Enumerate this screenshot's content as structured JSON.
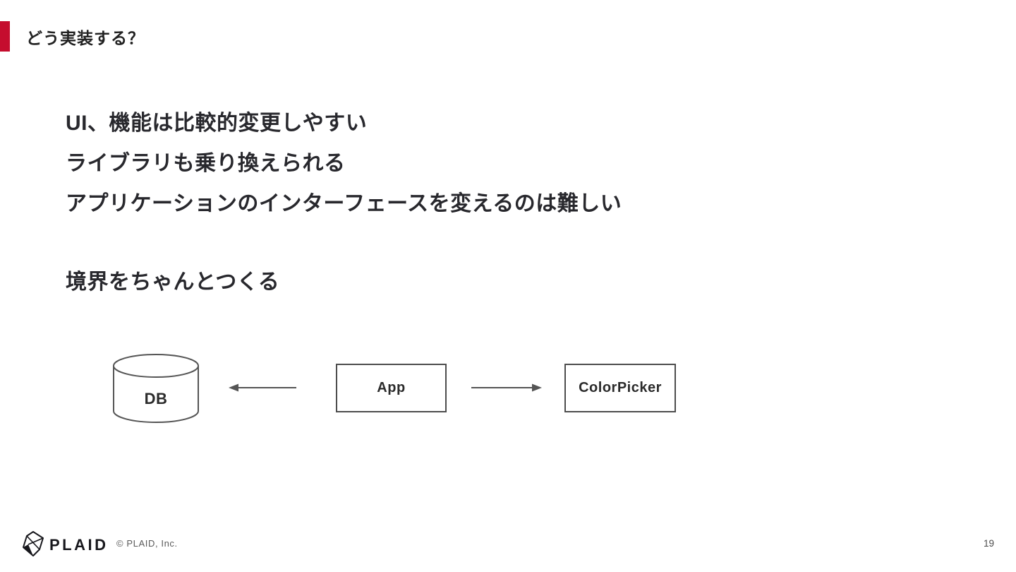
{
  "slide": {
    "title": "どう実装する？",
    "page_number": "19",
    "footer": {
      "logo_text": "PLAID",
      "copyright": "© PLAID, Inc."
    }
  },
  "body": {
    "lines": [
      "UI、機能は比較的変更しやすい",
      "ライブラリも乗り換えられる",
      "アプリケーションのインターフェースを変えるのは難しい"
    ],
    "emphasis_line": "境界をちゃんとつくる"
  },
  "diagram": {
    "nodes": {
      "db": "DB",
      "app": "App",
      "colorpicker": "ColorPicker"
    },
    "arrows": [
      {
        "from": "App",
        "to": "DB",
        "direction": "left"
      },
      {
        "from": "App",
        "to": "ColorPicker",
        "direction": "right"
      }
    ]
  },
  "colors": {
    "accent_red": "#C50D2E",
    "text_dark": "#28282D",
    "diagram_line": "#555555",
    "footer_gray": "#5A5A5A"
  }
}
